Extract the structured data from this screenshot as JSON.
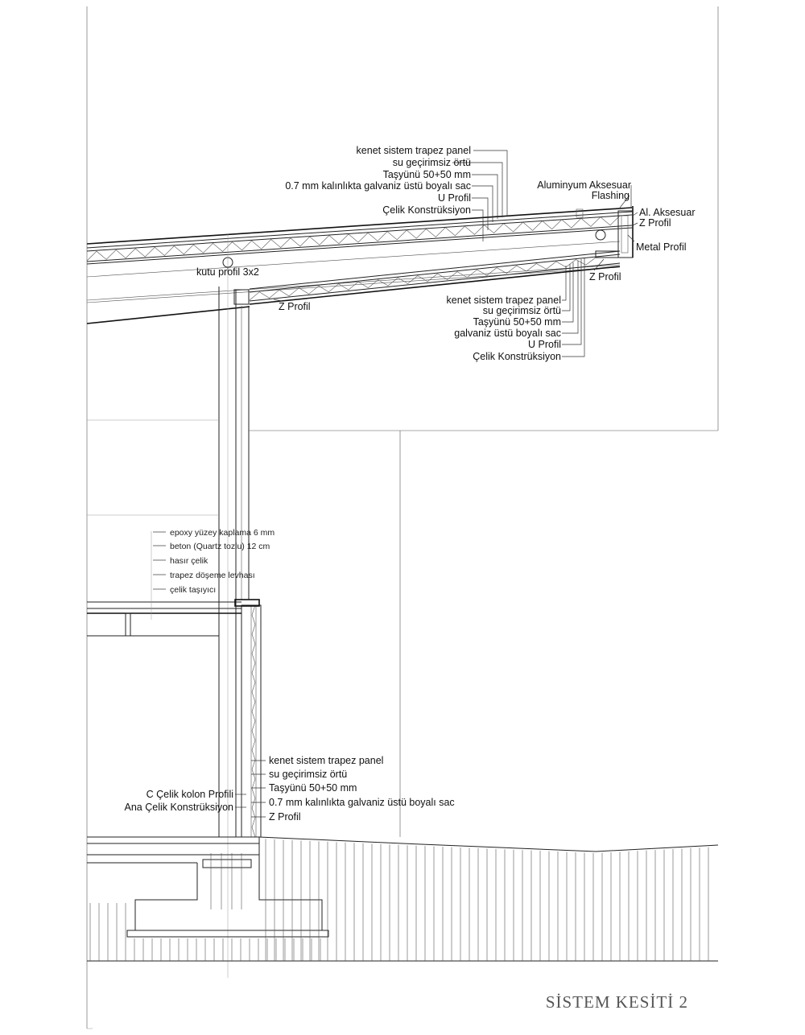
{
  "title": "SİSTEM KESİTİ 2",
  "labels": {
    "roof_top_1": "kenet sistem trapez panel",
    "roof_top_2": "su geçirimsiz örtü",
    "roof_top_3": "Taşyünü 50+50 mm",
    "roof_top_4": "0.7 mm kalınlıkta galvaniz üstü boyalı sac",
    "roof_top_5": "U Profil",
    "roof_top_6": "Çelik Konstrüksiyon",
    "eave_1": "Aluminyum Aksesuar",
    "eave_2": "Flashing",
    "eave_3": "Al. Aksesuar",
    "eave_4": "Z Profil",
    "eave_5": "Metal Profil",
    "eave_6": "Z Profil",
    "kutu": "kutu profil 3x2",
    "zprofil_left": "Z Profil",
    "roof_bot_1": "kenet sistem trapez panel",
    "roof_bot_2": "su geçirimsiz örtü",
    "roof_bot_3": "Taşyünü 50+50 mm",
    "roof_bot_4": "galvaniz üstü boyalı sac",
    "roof_bot_5": "U Profil",
    "roof_bot_6": "Çelik Konstrüksiyon",
    "floor_1": "epoxy yüzey kaplama  6 mm",
    "floor_2": "beton (Quartz tozlu) 12 cm",
    "floor_3": "hasır çelik",
    "floor_4": "trapez döşeme levhası",
    "floor_5": "çelik taşıyıcı",
    "wall_1": "kenet sistem trapez panel",
    "wall_2": "su geçirimsiz örtü",
    "wall_3": "Taşyünü 50+50 mm",
    "wall_4": "0.7 mm kalınlıkta galvaniz üstü boyalı sac",
    "wall_5": "Z Profil",
    "col_1": "C Çelik kolon Profili",
    "col_2": "Ana Çelik Konstrüksiyon"
  }
}
